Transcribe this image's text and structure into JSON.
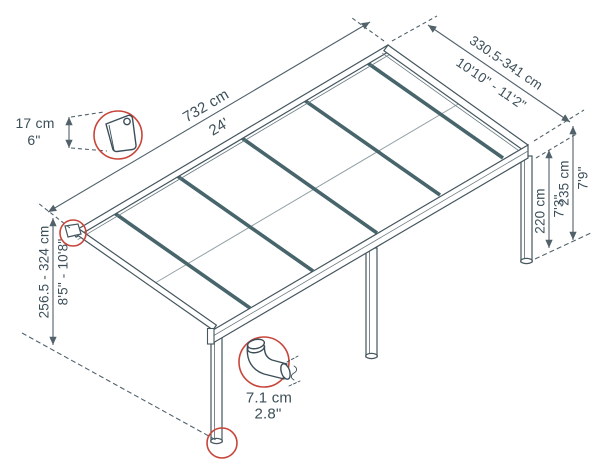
{
  "diagram": {
    "kind": "isometric line drawing",
    "subject": "patio-cover / veranda frame with dimensions"
  },
  "dimensions": {
    "width": {
      "metric": "732 cm",
      "imperial": "24'"
    },
    "depth": {
      "metric": "330.5-341 cm",
      "imperial": "10'10\" - 11'2\""
    },
    "height_back": {
      "metric": "256.5 - 324 cm",
      "imperial": "8'5\" - 10'8\""
    },
    "height_clearance": {
      "metric": "220 cm",
      "imperial": "7'3\""
    },
    "height_front": {
      "metric": "235 cm",
      "imperial": "7'9\""
    },
    "gutter_profile": {
      "metric": "17 cm",
      "imperial": "6\""
    },
    "downpipe_diameter": {
      "metric": "7.1 cm",
      "imperial": "2.8\""
    }
  },
  "icons": {
    "gutter_endcap": "gutter-endcap-icon",
    "downpipe_elbow": "downpipe-elbow-icon"
  },
  "colors": {
    "frame": "#47656b",
    "outline": "#44565e",
    "dimension_lines": "#51626b",
    "text": "#3c4f59",
    "highlight_red": "#c8453a",
    "background": "#ffffff"
  }
}
